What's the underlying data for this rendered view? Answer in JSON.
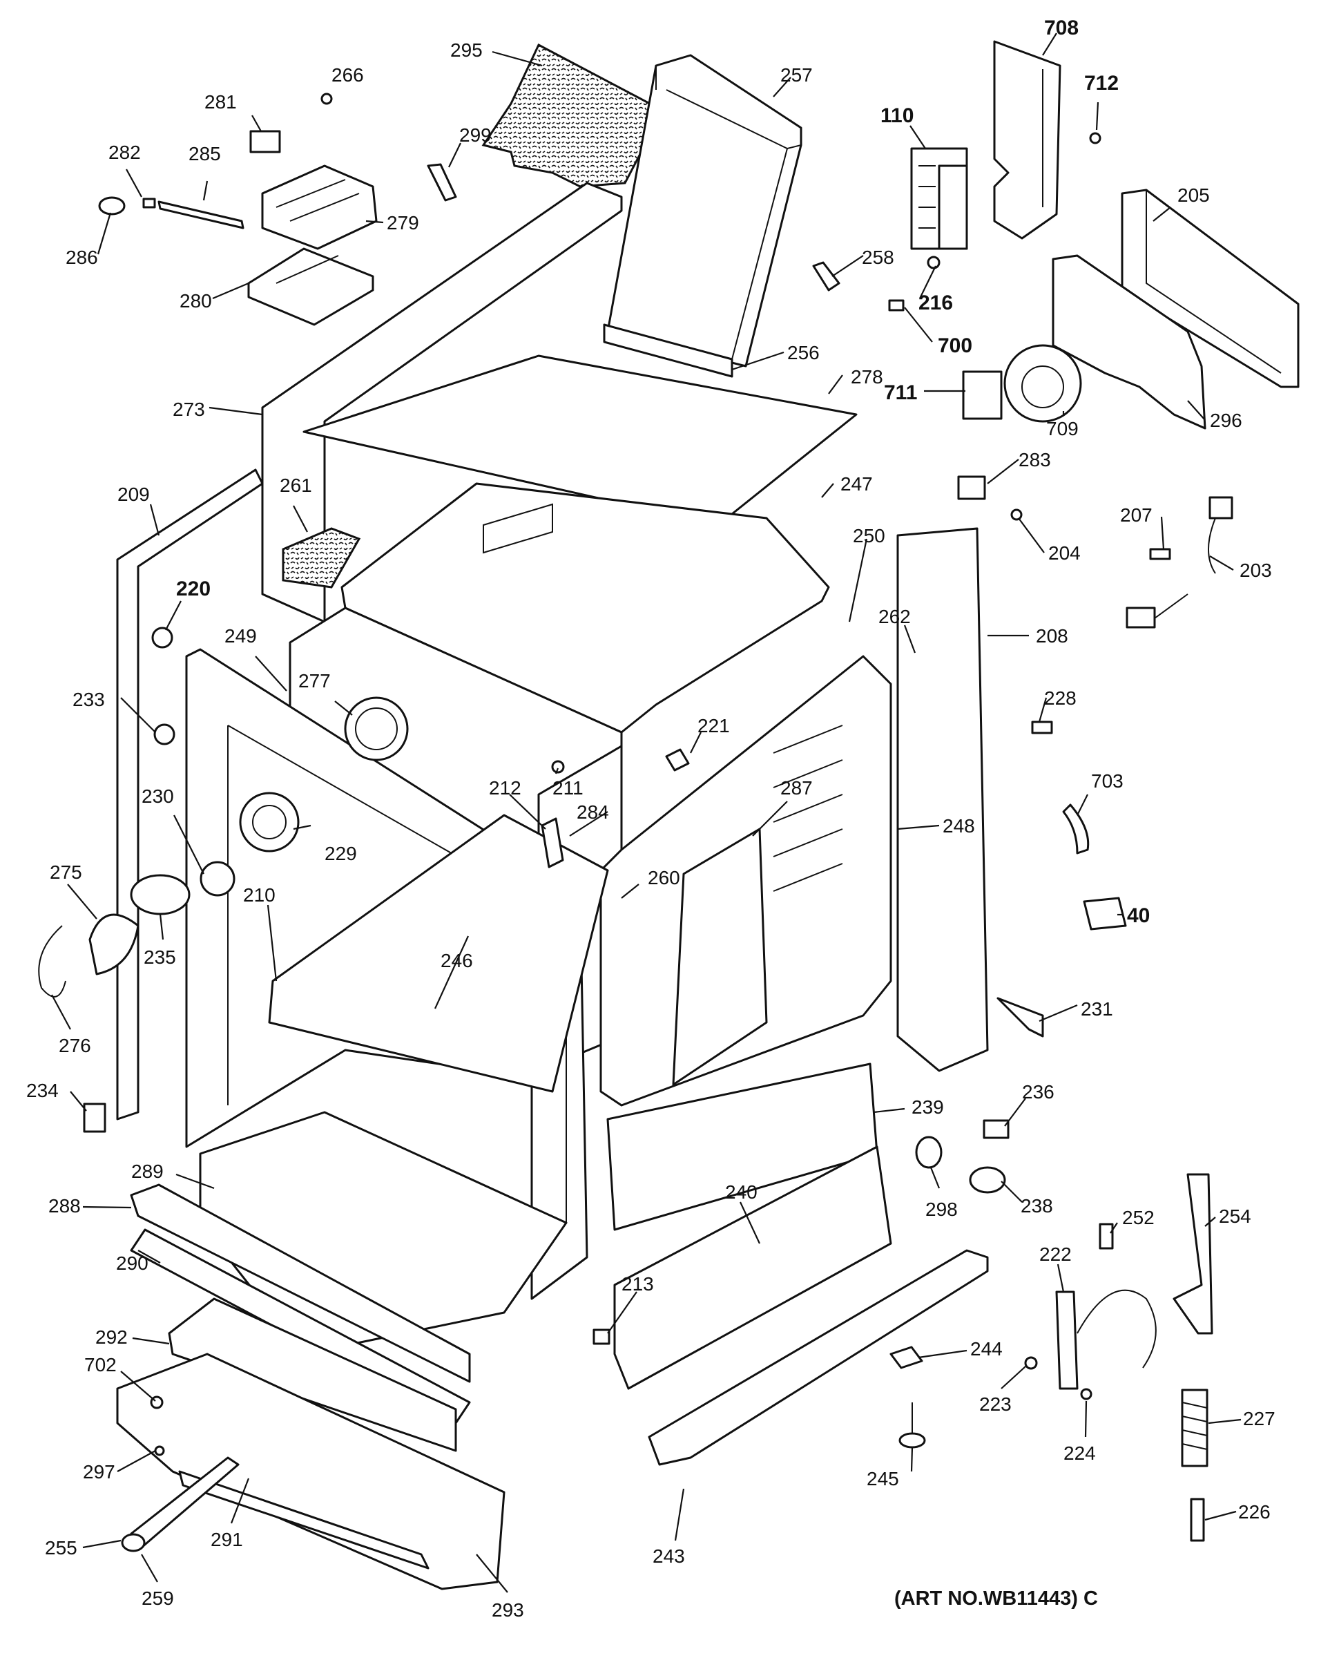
{
  "art_number": "(ART NO.WB11443) C",
  "callouts": [
    {
      "id": "c295",
      "text": "295",
      "bold": false
    },
    {
      "id": "c266",
      "text": "266",
      "bold": false
    },
    {
      "id": "c257",
      "text": "257",
      "bold": false
    },
    {
      "id": "c708",
      "text": "708",
      "bold": true
    },
    {
      "id": "c712",
      "text": "712",
      "bold": true
    },
    {
      "id": "c110",
      "text": "110",
      "bold": true
    },
    {
      "id": "c281",
      "text": "281",
      "bold": false
    },
    {
      "id": "c299",
      "text": "299",
      "bold": false
    },
    {
      "id": "c282",
      "text": "282",
      "bold": false
    },
    {
      "id": "c285",
      "text": "285",
      "bold": false
    },
    {
      "id": "c205",
      "text": "205",
      "bold": false
    },
    {
      "id": "c279",
      "text": "279",
      "bold": false
    },
    {
      "id": "c286",
      "text": "286",
      "bold": false
    },
    {
      "id": "c258",
      "text": "258",
      "bold": false
    },
    {
      "id": "c216",
      "text": "216",
      "bold": true
    },
    {
      "id": "c280",
      "text": "280",
      "bold": false
    },
    {
      "id": "c700",
      "text": "700",
      "bold": true
    },
    {
      "id": "c256",
      "text": "256",
      "bold": false
    },
    {
      "id": "c278",
      "text": "278",
      "bold": false
    },
    {
      "id": "c711",
      "text": "711",
      "bold": true
    },
    {
      "id": "c273",
      "text": "273",
      "bold": false
    },
    {
      "id": "c709",
      "text": "709",
      "bold": false
    },
    {
      "id": "c296",
      "text": "296",
      "bold": false
    },
    {
      "id": "c283",
      "text": "283",
      "bold": false
    },
    {
      "id": "c209",
      "text": "209",
      "bold": false
    },
    {
      "id": "c247",
      "text": "247",
      "bold": false
    },
    {
      "id": "c261",
      "text": "261",
      "bold": false
    },
    {
      "id": "c207",
      "text": "207",
      "bold": false
    },
    {
      "id": "c204",
      "text": "204",
      "bold": false
    },
    {
      "id": "c250",
      "text": "250",
      "bold": false
    },
    {
      "id": "c203",
      "text": "203",
      "bold": false
    },
    {
      "id": "c220",
      "text": "220",
      "bold": true
    },
    {
      "id": "c262",
      "text": "262",
      "bold": false
    },
    {
      "id": "c208",
      "text": "208",
      "bold": false
    },
    {
      "id": "c249",
      "text": "249",
      "bold": false
    },
    {
      "id": "c277",
      "text": "277",
      "bold": false
    },
    {
      "id": "c228",
      "text": "228",
      "bold": false
    },
    {
      "id": "c233",
      "text": "233",
      "bold": false
    },
    {
      "id": "c221",
      "text": "221",
      "bold": false
    },
    {
      "id": "c703",
      "text": "703",
      "bold": false
    },
    {
      "id": "c212",
      "text": "212",
      "bold": false
    },
    {
      "id": "c211",
      "text": "211",
      "bold": false
    },
    {
      "id": "c287",
      "text": "287",
      "bold": false
    },
    {
      "id": "c230",
      "text": "230",
      "bold": false
    },
    {
      "id": "c284",
      "text": "284",
      "bold": false
    },
    {
      "id": "c248",
      "text": "248",
      "bold": false
    },
    {
      "id": "c229",
      "text": "229",
      "bold": false
    },
    {
      "id": "c275",
      "text": "275",
      "bold": false
    },
    {
      "id": "c260",
      "text": "260",
      "bold": false
    },
    {
      "id": "c40",
      "text": "40",
      "bold": true
    },
    {
      "id": "c235",
      "text": "235",
      "bold": false
    },
    {
      "id": "c210",
      "text": "210",
      "bold": false
    },
    {
      "id": "c246",
      "text": "246",
      "bold": false
    },
    {
      "id": "c231",
      "text": "231",
      "bold": false
    },
    {
      "id": "c276",
      "text": "276",
      "bold": false
    },
    {
      "id": "c234",
      "text": "234",
      "bold": false
    },
    {
      "id": "c236",
      "text": "236",
      "bold": false
    },
    {
      "id": "c239",
      "text": "239",
      "bold": false
    },
    {
      "id": "c289",
      "text": "289",
      "bold": false
    },
    {
      "id": "c298",
      "text": "298",
      "bold": false
    },
    {
      "id": "c238",
      "text": "238",
      "bold": false
    },
    {
      "id": "c288",
      "text": "288",
      "bold": false
    },
    {
      "id": "c240",
      "text": "240",
      "bold": false
    },
    {
      "id": "c252",
      "text": "252",
      "bold": false
    },
    {
      "id": "c254",
      "text": "254",
      "bold": false
    },
    {
      "id": "c222",
      "text": "222",
      "bold": false
    },
    {
      "id": "c290",
      "text": "290",
      "bold": false
    },
    {
      "id": "c213",
      "text": "213",
      "bold": false
    },
    {
      "id": "c292",
      "text": "292",
      "bold": false
    },
    {
      "id": "c244",
      "text": "244",
      "bold": false
    },
    {
      "id": "c702",
      "text": "702",
      "bold": false
    },
    {
      "id": "c223",
      "text": "223",
      "bold": false
    },
    {
      "id": "c227",
      "text": "227",
      "bold": false
    },
    {
      "id": "c297",
      "text": "297",
      "bold": false
    },
    {
      "id": "c245",
      "text": "245",
      "bold": false
    },
    {
      "id": "c224",
      "text": "224",
      "bold": false
    },
    {
      "id": "c255",
      "text": "255",
      "bold": false
    },
    {
      "id": "c243",
      "text": "243",
      "bold": false
    },
    {
      "id": "c226",
      "text": "226",
      "bold": false
    },
    {
      "id": "c291",
      "text": "291",
      "bold": false
    },
    {
      "id": "c259",
      "text": "259",
      "bold": false
    },
    {
      "id": "c293",
      "text": "293",
      "bold": false
    }
  ]
}
